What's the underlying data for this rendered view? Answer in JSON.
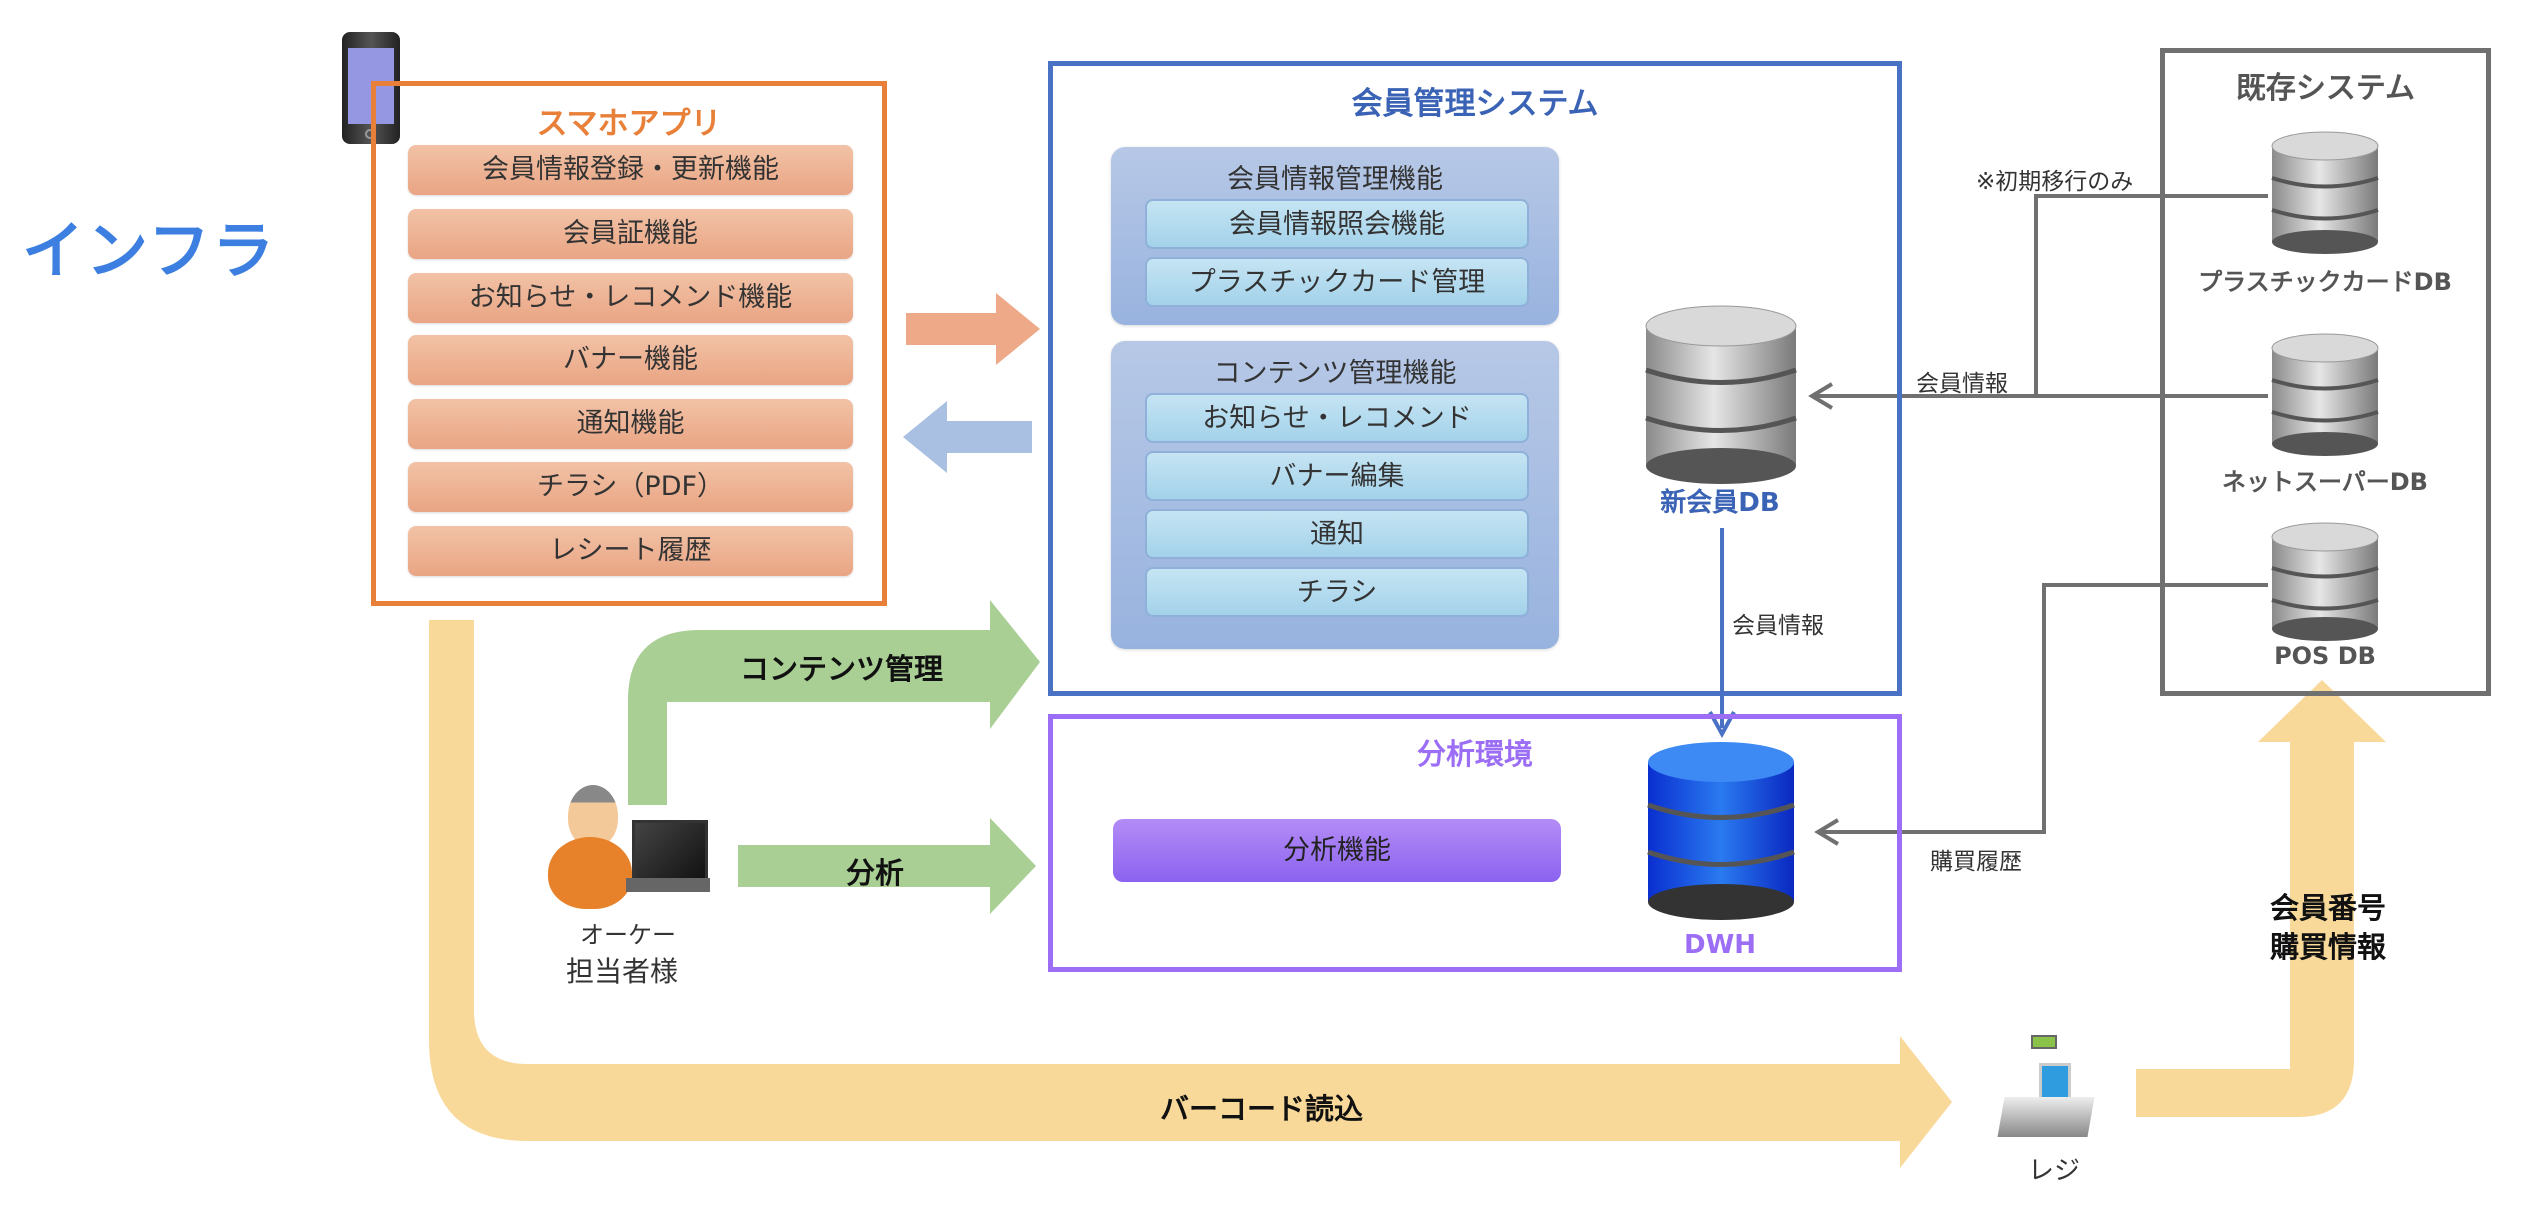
{
  "title": "インフラ",
  "smartphone_app": {
    "title": "スマホアプリ",
    "items": [
      "会員情報登録・更新機能",
      "会員証機能",
      "お知らせ・レコメンド機能",
      "バナー機能",
      "通知機能",
      "チラシ（PDF）",
      "レシート履歴"
    ]
  },
  "member_system": {
    "title": "会員管理システム",
    "groups": [
      {
        "title": "会員情報管理機能",
        "items": [
          "会員情報照会機能",
          "プラスチックカード管理"
        ]
      },
      {
        "title": "コンテンツ管理機能",
        "items": [
          "お知らせ・レコメンド",
          "バナー編集",
          "通知",
          "チラシ"
        ]
      }
    ],
    "db_label": "新会員DB"
  },
  "analysis_env": {
    "title": "分析環境",
    "function": "分析機能",
    "db_label": "DWH"
  },
  "legacy_system": {
    "title": "既存システム",
    "dbs": [
      "プラスチックカードDB",
      "ネットスーパーDB",
      "POS DB"
    ]
  },
  "operator": {
    "line1": "オーケー",
    "line2": "担当者様"
  },
  "register": {
    "label": "レジ"
  },
  "flows": {
    "content_mgmt": "コンテンツ管理",
    "analysis": "分析",
    "barcode": "バーコード読込",
    "member_info_to_dwh": "会員情報",
    "member_info_from_legacy": "会員情報",
    "initial_migration_note": "※初期移行のみ",
    "purchase_history": "購買履歴",
    "pos_upload_line1": "会員番号",
    "pos_upload_line2": "購買情報"
  },
  "colors": {
    "app_orange": "#e8803a",
    "member_blue": "#4a72c4",
    "analysis_purple": "#9b6ef5",
    "legacy_gray": "#707070",
    "flow_green": "#a9cf94",
    "flow_yellow": "#f7d690",
    "infra_blue": "#3d7fe0"
  }
}
